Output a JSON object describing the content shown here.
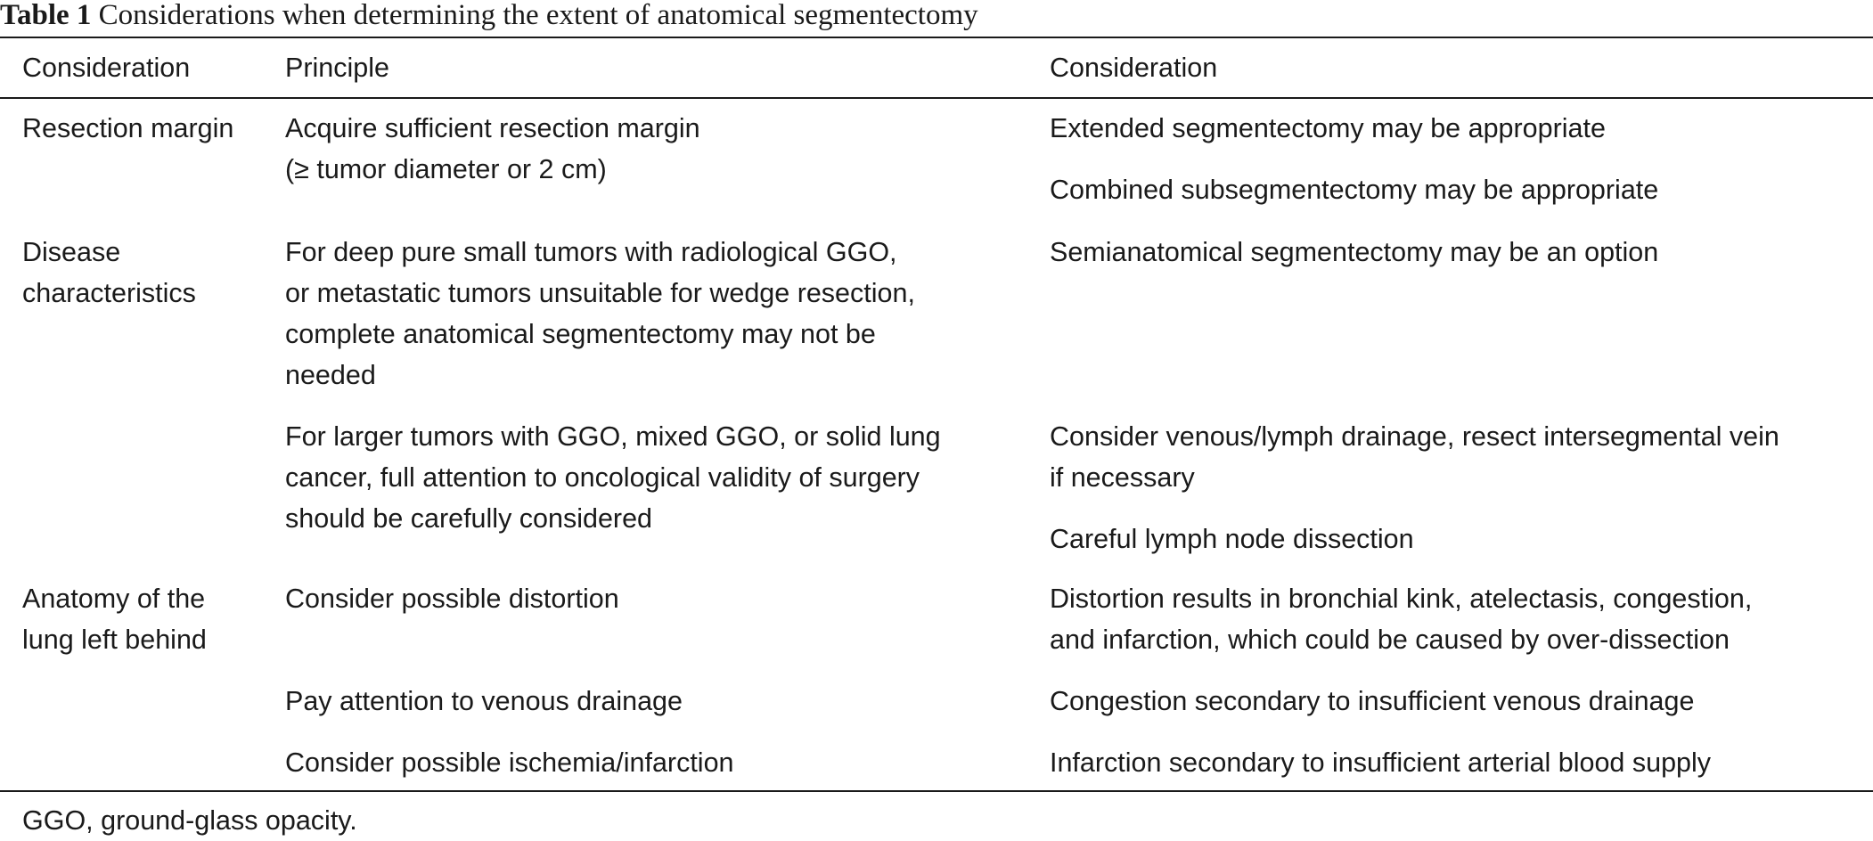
{
  "caption": {
    "label": "Table 1",
    "text": "Considerations when determining the extent of anatomical segmentectomy"
  },
  "table": {
    "headers": [
      "Consideration",
      "Principle",
      "Consideration"
    ],
    "rows": [
      {
        "consideration": [
          "Resection margin"
        ],
        "principle": [
          "Acquire sufficient resection margin",
          "(≥ tumor diameter or 2 cm)"
        ],
        "outcomes": [
          [
            "Extended segmentectomy may be appropriate"
          ],
          [
            "Combined subsegmentectomy may be appropriate"
          ]
        ]
      },
      {
        "consideration": [
          "Disease",
          "characteristics"
        ],
        "principle": [
          "For deep pure small tumors with radiological GGO,",
          "or metastatic tumors unsuitable for wedge resection,",
          "complete anatomical segmentectomy may not be",
          "needed"
        ],
        "outcomes": [
          [
            "Semianatomical segmentectomy may be an option"
          ]
        ]
      },
      {
        "consideration": [],
        "principle": [
          "For larger tumors with GGO, mixed GGO, or solid lung",
          "cancer, full attention to oncological validity of surgery",
          "should be carefully considered"
        ],
        "outcomes": [
          [
            "Consider venous/lymph drainage, resect intersegmental vein",
            "if necessary"
          ],
          [
            "Careful lymph node dissection"
          ]
        ]
      },
      {
        "consideration": [
          "Anatomy of the",
          "lung left behind"
        ],
        "principle": [
          "Consider possible distortion"
        ],
        "outcomes": [
          [
            "Distortion results in bronchial kink, atelectasis, congestion,",
            "and infarction, which could be caused by over-dissection"
          ]
        ]
      },
      {
        "consideration": [],
        "principle": [
          "Pay attention to venous drainage"
        ],
        "outcomes": [
          [
            "Congestion secondary to insufficient venous drainage"
          ]
        ]
      },
      {
        "consideration": [],
        "principle": [
          "Consider possible ischemia/infarction"
        ],
        "outcomes": [
          [
            "Infarction secondary to insufficient arterial blood supply"
          ]
        ]
      }
    ]
  },
  "footnote": "GGO, ground-glass opacity."
}
